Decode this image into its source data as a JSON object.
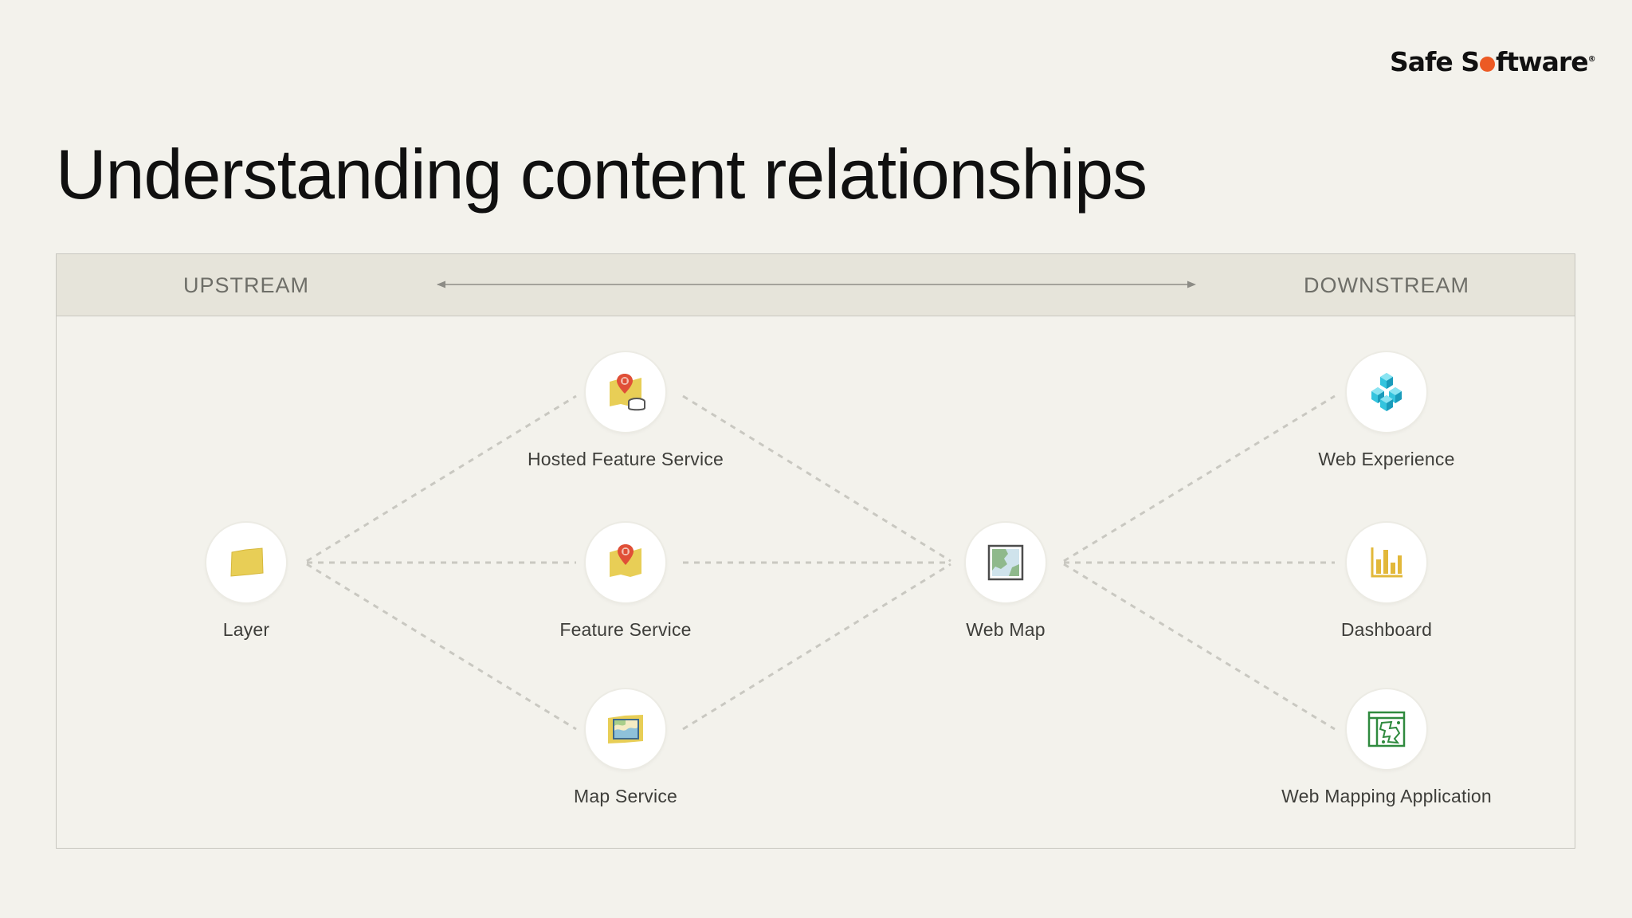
{
  "logo": {
    "part1": "Safe S",
    "part2": "ftware",
    "mark": "®"
  },
  "title": "Understanding content relationships",
  "band": {
    "upstream": "UPSTREAM",
    "downstream": "DOWNSTREAM"
  },
  "nodes": {
    "layer": {
      "label": "Layer",
      "icon": "layer-icon"
    },
    "hosted_feature_service": {
      "label": "Hosted Feature Service",
      "icon": "hosted-feature-service-icon"
    },
    "feature_service": {
      "label": "Feature Service",
      "icon": "feature-service-icon"
    },
    "map_service": {
      "label": "Map Service",
      "icon": "map-service-icon"
    },
    "web_map": {
      "label": "Web Map",
      "icon": "web-map-icon"
    },
    "web_experience": {
      "label": "Web Experience",
      "icon": "web-experience-icon"
    },
    "dashboard": {
      "label": "Dashboard",
      "icon": "dashboard-icon"
    },
    "web_mapping_application": {
      "label": "Web Mapping Application",
      "icon": "web-mapping-application-icon"
    }
  },
  "colors": {
    "background": "#f3f2ec",
    "band": "#e6e4da",
    "accent": "#ec5a24",
    "connector": "#c9c8c1"
  }
}
